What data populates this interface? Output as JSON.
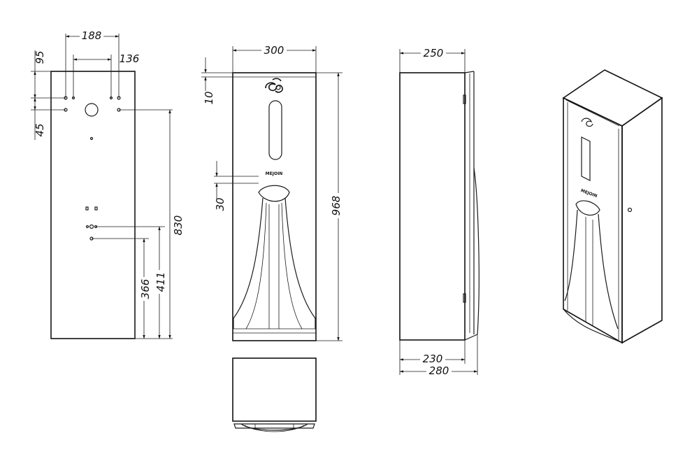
{
  "dimensions": {
    "rear": {
      "hole_spacing_outer": "188",
      "hole_spacing_inner": "136",
      "top_offset": "95",
      "hole_gap": "45",
      "height_830": "830",
      "height_411": "411",
      "height_366": "366"
    },
    "front": {
      "width": "300",
      "top_gap": "10",
      "window_gap": "30",
      "height": "968"
    },
    "side": {
      "depth_top": "250",
      "depth_230": "230",
      "depth_280": "280"
    }
  },
  "brand_label": "MEJOIN",
  "colors": {
    "line": "#1a1a1a",
    "background": "#ffffff"
  }
}
